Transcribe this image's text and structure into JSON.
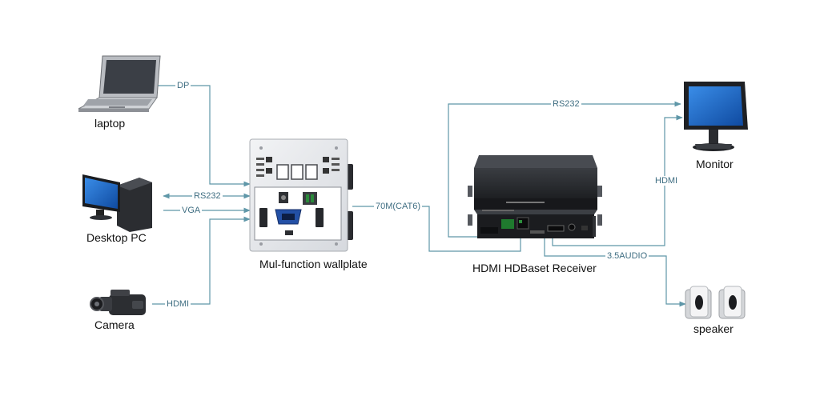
{
  "devices": {
    "laptop": "laptop",
    "desktop": "Desktop PC",
    "camera": "Camera",
    "wallplate": "Mul-function wallplate",
    "receiver": "HDMI HDBaset Receiver",
    "monitor": "Monitor",
    "speaker": "speaker"
  },
  "connections": {
    "dp": "DP",
    "rs232_left": "RS232",
    "vga": "VGA",
    "hdmi_left": "HDMI",
    "cat6": "70M(CAT6)",
    "rs232_right": "RS232",
    "hdmi_right": "HDMI",
    "audio": "3.5AUDIO"
  },
  "colors": {
    "line": "#5f97a8",
    "device_dark": "#2a2c30",
    "screen_blue": "#1a62c4",
    "plate_face": "#e6e8ec"
  },
  "icons": [
    "laptop-icon",
    "desktop-pc-icon",
    "camera-icon",
    "wallplate-icon",
    "receiver-icon",
    "monitor-icon",
    "speaker-icon"
  ]
}
